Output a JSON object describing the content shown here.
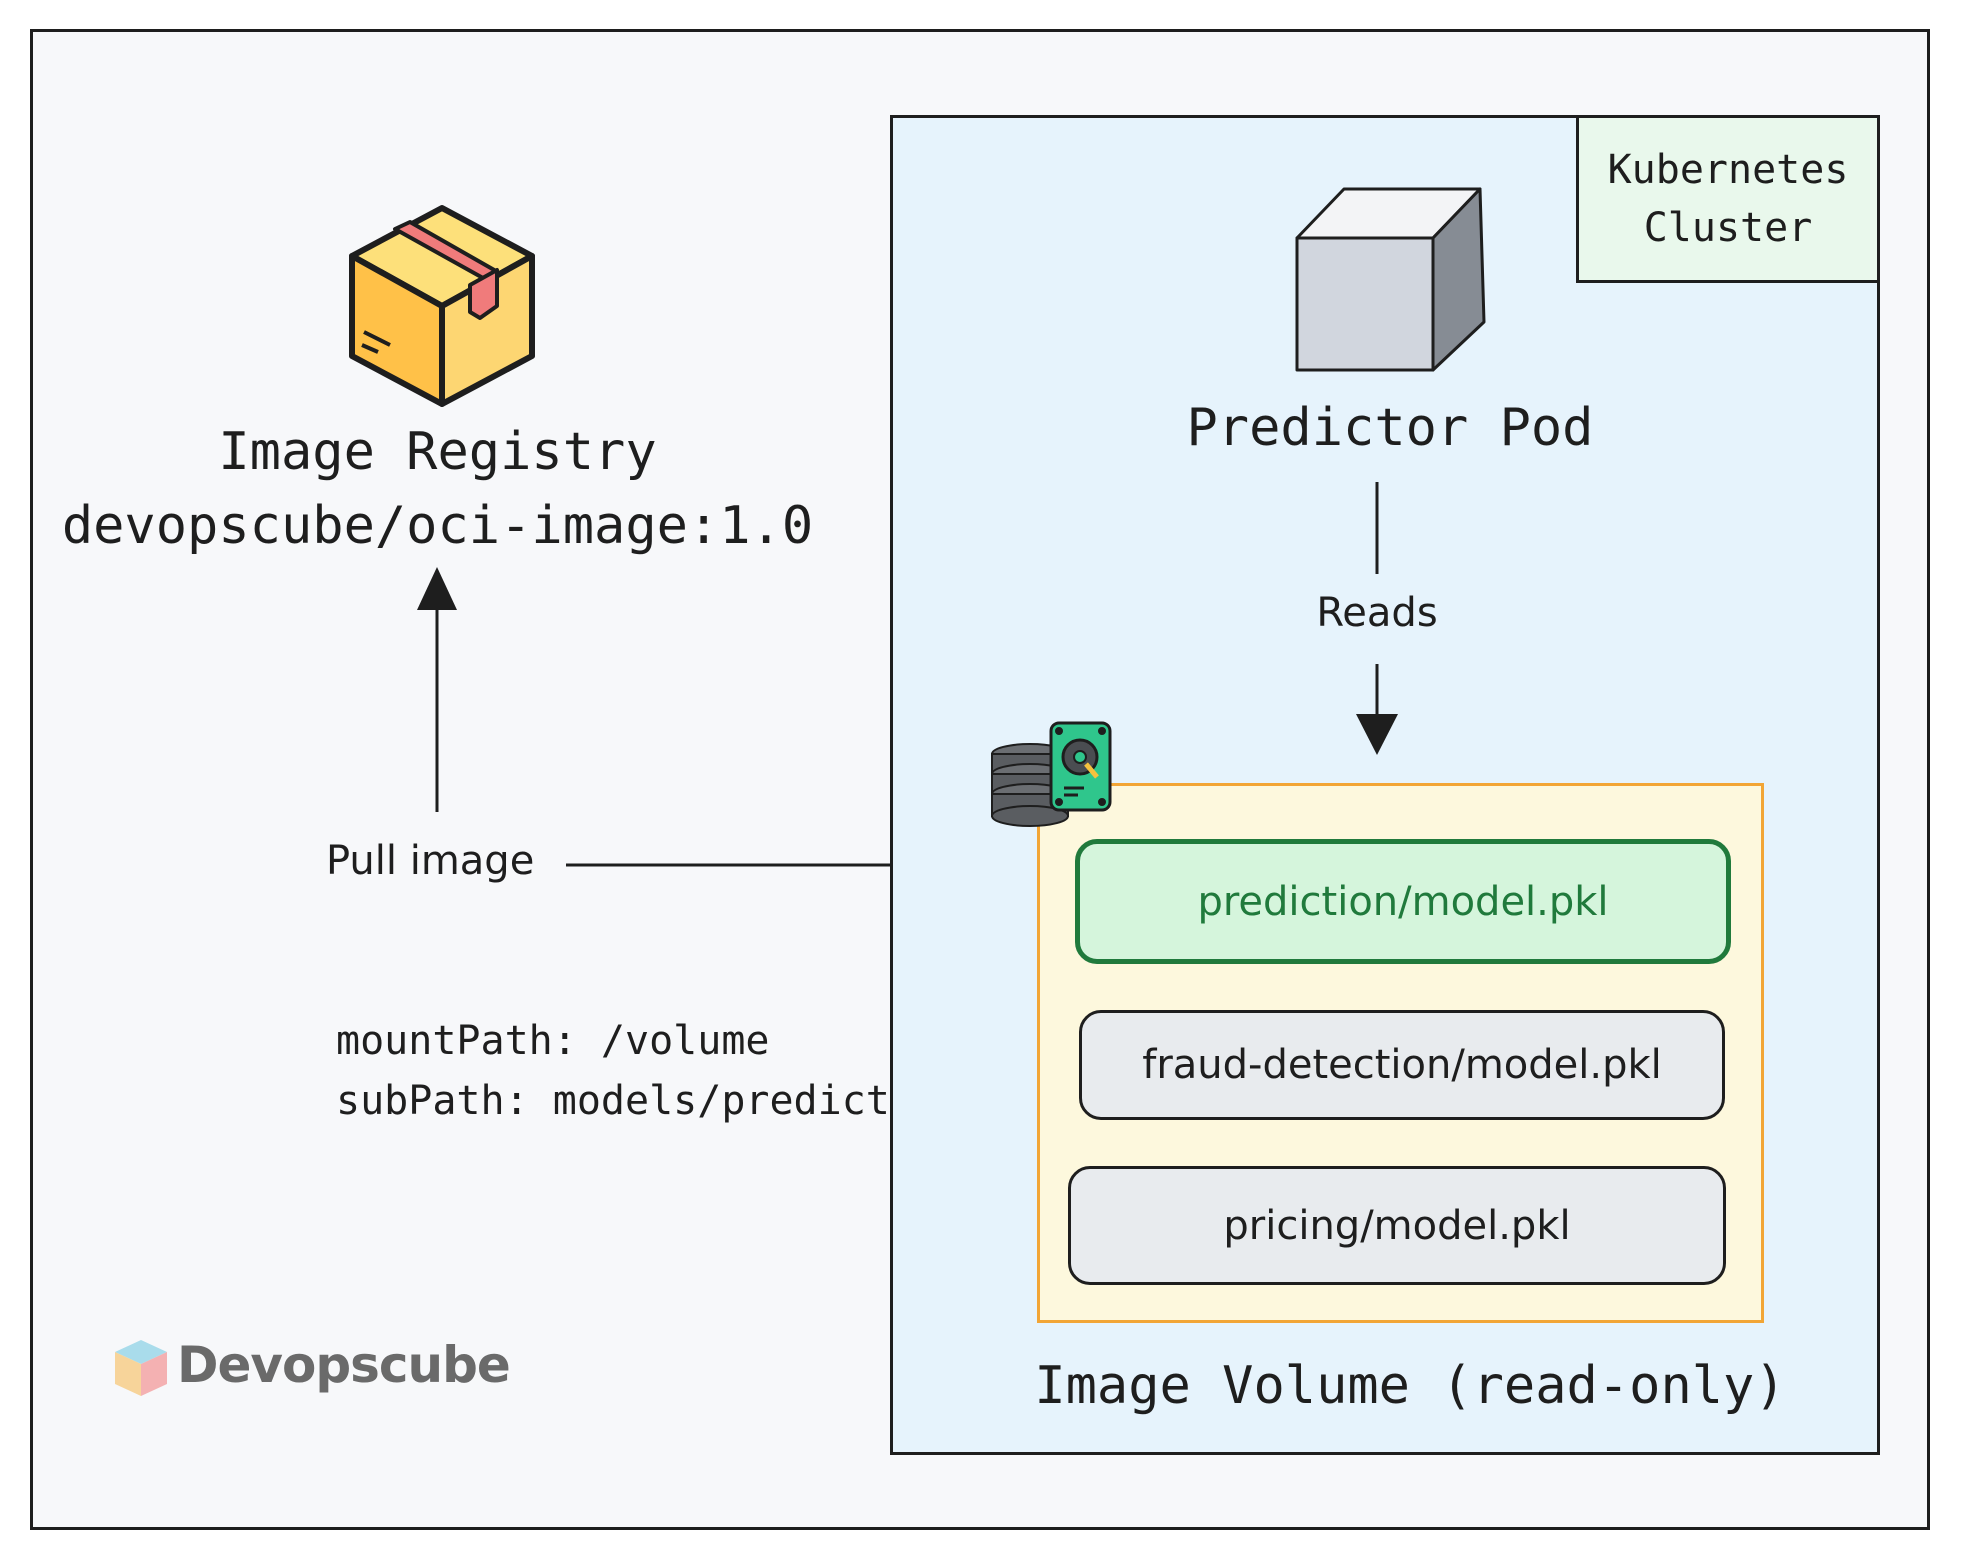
{
  "registry": {
    "title": "Image Registry",
    "image": "devopscube/oci-image:1.0",
    "icon": "package-box-icon"
  },
  "pull_label": "Pull image",
  "mount_config": {
    "mount_path": "mountPath: /volume",
    "sub_path": "subPath: models/prediction"
  },
  "cluster": {
    "tag": "Kubernetes\nCluster",
    "pod_label": "Predictor Pod",
    "reads_label": "Reads",
    "volume_label": "Image Volume (read-only)",
    "files": [
      {
        "label": "prediction/model.pkl",
        "selected": true
      },
      {
        "label": "fraud-detection/model.pkl",
        "selected": false
      },
      {
        "label": "pricing/model.pkl",
        "selected": false
      }
    ]
  },
  "brand": {
    "name": "Devopscube",
    "logo_icon": "cube-logo-icon"
  },
  "colors": {
    "selected_file": "#207a3c",
    "selected_fill": "#d5f5dc",
    "volume_border": "#f2a535",
    "volume_fill": "#fdf8dd",
    "cluster_fill": "#e6f3fc",
    "tag_fill": "#e9f8ec"
  }
}
